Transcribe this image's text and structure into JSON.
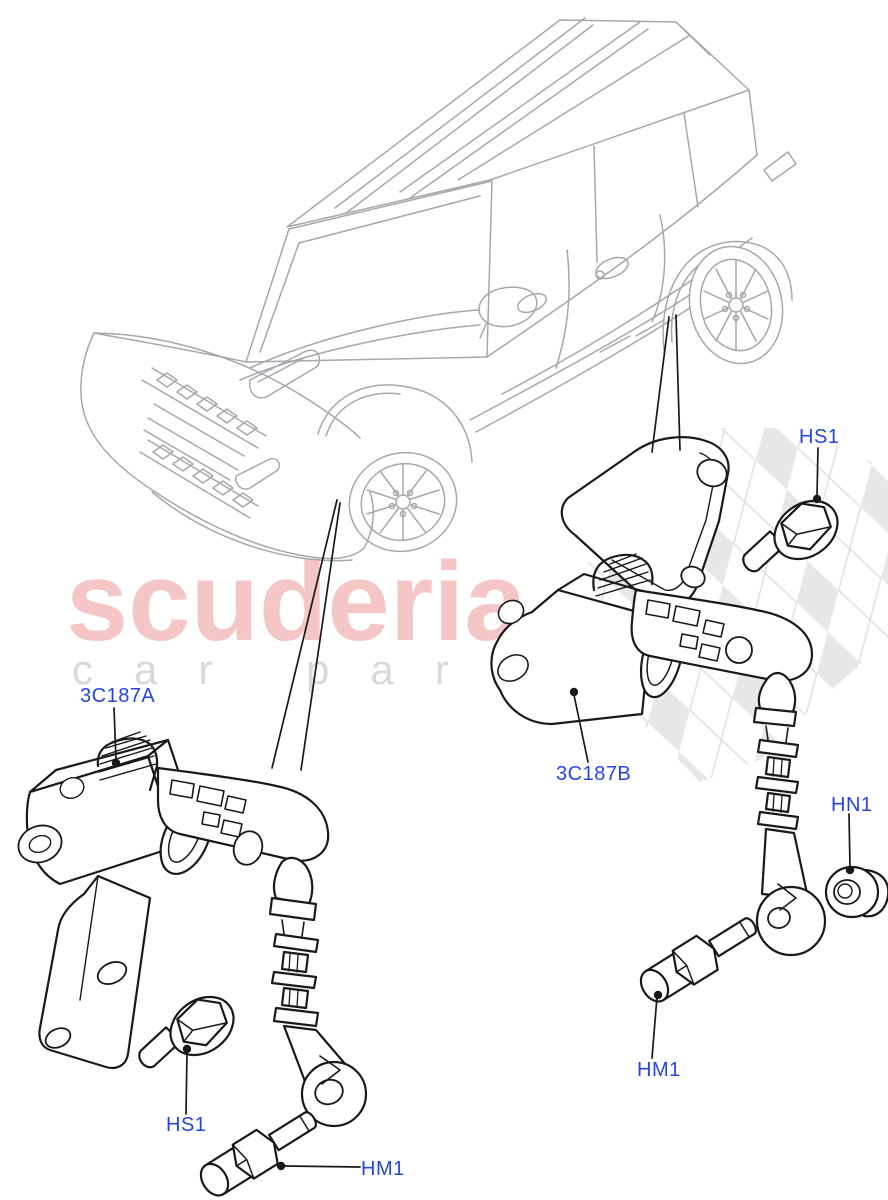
{
  "watermark": {
    "brand": "scuderia",
    "tagline": "car parts",
    "brand_color": "#f4c6c6",
    "tagline_color": "#d9d9d9",
    "checker_color": "#e7e7e7"
  },
  "callouts": {
    "front_sensor": "3C187A",
    "rear_sensor": "3C187B",
    "screw": "HS1",
    "nut": "HN1",
    "bolt": "HM1"
  },
  "colors": {
    "callout_text": "#2446e0",
    "part_line": "#191919",
    "car_line": "#a4a8ac"
  }
}
